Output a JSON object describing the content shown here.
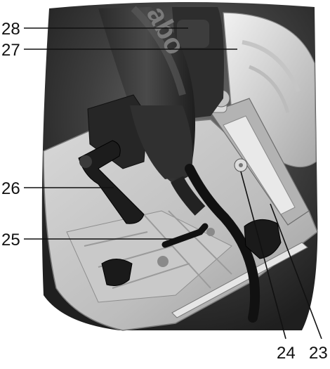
{
  "figure": {
    "description_hidden": "",
    "callouts": [
      {
        "id": "28",
        "text": "28"
      },
      {
        "id": "27",
        "text": "27"
      },
      {
        "id": "26",
        "text": "26"
      },
      {
        "id": "25",
        "text": "25"
      },
      {
        "id": "24",
        "text": "24"
      },
      {
        "id": "23",
        "text": "23"
      }
    ],
    "handle_logo": "abo"
  }
}
